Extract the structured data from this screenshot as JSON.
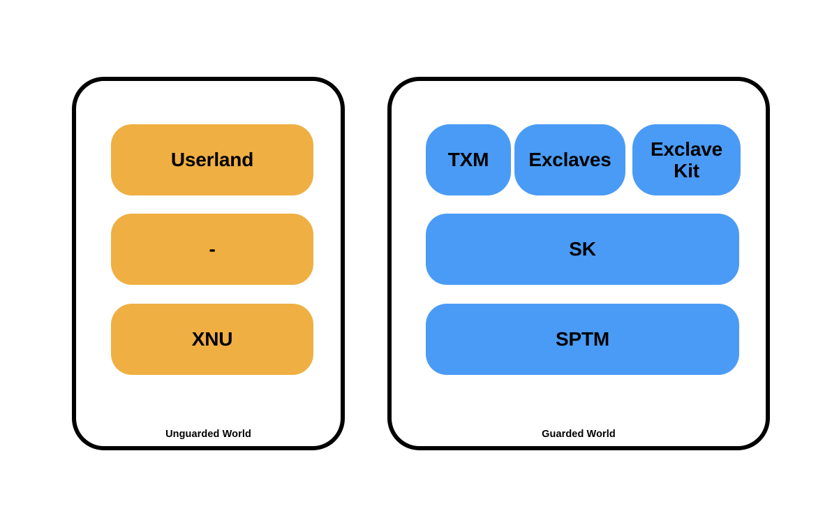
{
  "diagram": {
    "title": "Unguarded World vs Guarded World architecture",
    "background_color": "#ffffff",
    "panel_border_color": "#000000",
    "orange_color": "#efaf43",
    "blue_color": "#4a9bf5"
  },
  "panels": [
    {
      "id": "unguarded",
      "footer_label": "Unguarded World",
      "accent_color": "#efaf43",
      "boxes": [
        {
          "id": "userland",
          "label": "Userland"
        },
        {
          "id": "dash",
          "label": "-"
        },
        {
          "id": "xnu",
          "label": "XNU"
        }
      ]
    },
    {
      "id": "guarded",
      "footer_label": "Guarded World",
      "accent_color": "#4a9bf5",
      "boxes": [
        {
          "id": "txm",
          "label": "TXM"
        },
        {
          "id": "exclaves",
          "label": "Exclaves"
        },
        {
          "id": "exclavekit",
          "label": "Exclave Kit"
        },
        {
          "id": "sk",
          "label": "SK"
        },
        {
          "id": "sptm",
          "label": "SPTM"
        }
      ]
    }
  ]
}
